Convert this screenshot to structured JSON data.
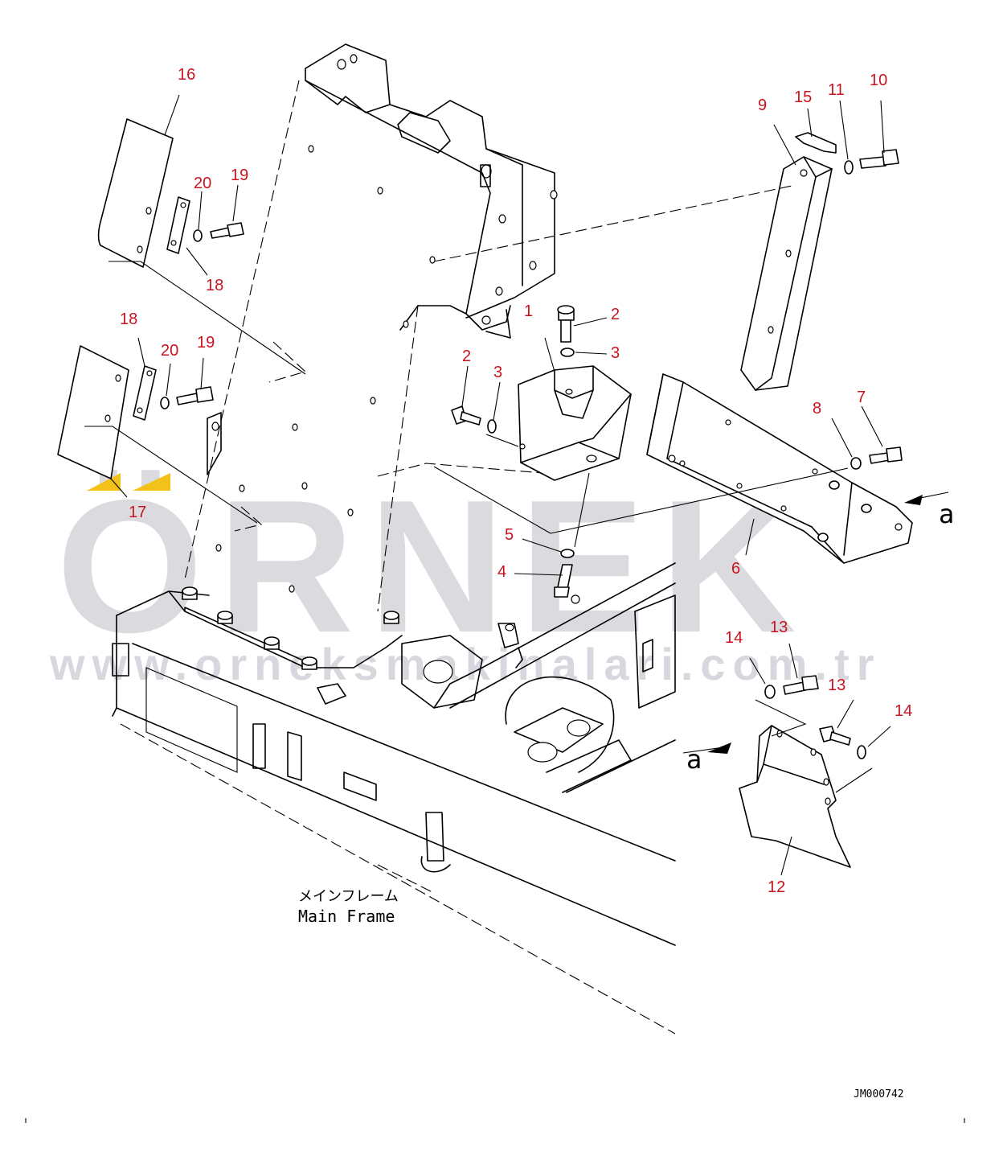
{
  "diagram": {
    "drawing_code": "JM000742",
    "frame_label_ja": "メインフレーム",
    "frame_label_en": "Main Frame",
    "view_arrow_label": "a"
  },
  "watermark": {
    "brand": "ÖRNEK",
    "url": "www.orneksmakinalari.com.tr",
    "color": "#cfcdd4",
    "accent": "#f2c21b"
  },
  "callouts": {
    "c1": "1",
    "c2a": "2",
    "c2b": "2",
    "c3a": "3",
    "c3b": "3",
    "c4": "4",
    "c5": "5",
    "c6": "6",
    "c7": "7",
    "c8": "8",
    "c9": "9",
    "c10": "10",
    "c11": "11",
    "c12": "12",
    "c13a": "13",
    "c13b": "13",
    "c14a": "14",
    "c14b": "14",
    "c15": "15",
    "c16": "16",
    "c17": "17",
    "c18a": "18",
    "c18b": "18",
    "c19a": "19",
    "c19b": "19",
    "c20a": "20",
    "c20b": "20"
  },
  "colors": {
    "callout": "#c8141e",
    "line": "#000000"
  }
}
